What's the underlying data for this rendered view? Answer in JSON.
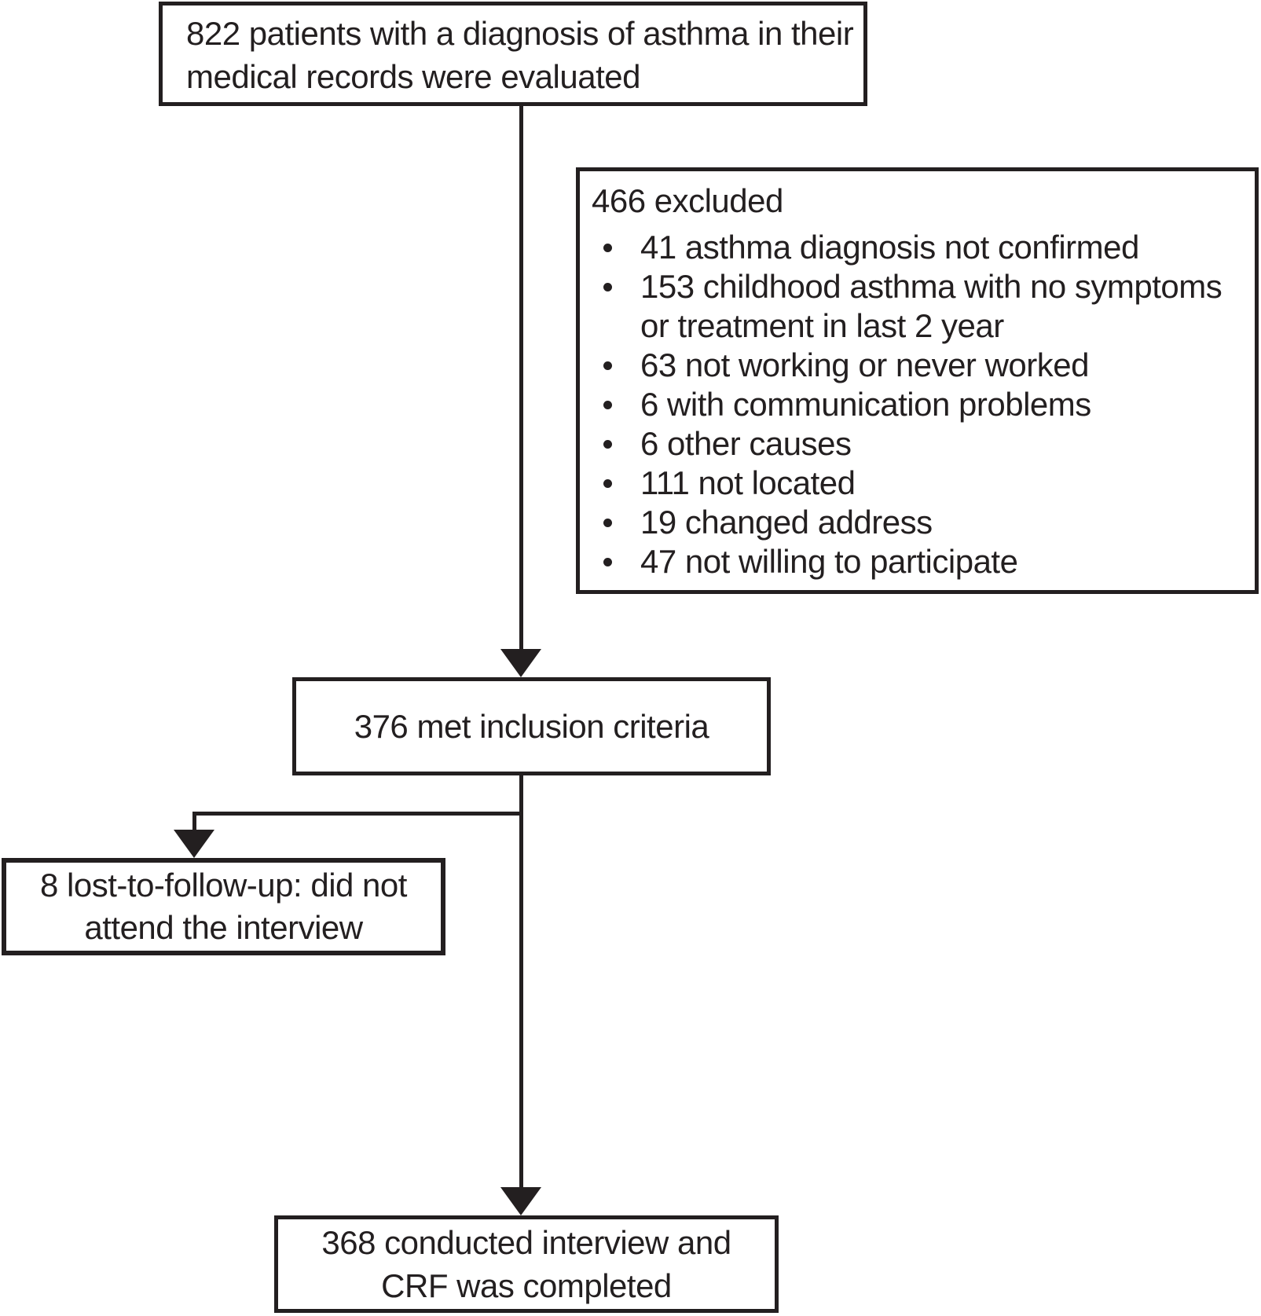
{
  "figure": {
    "type": "flowchart",
    "background_color": "#ffffff",
    "ink_color": "#231f20",
    "nodes": {
      "evaluated": {
        "text": "822 patients with a diagnosis of asthma in their\nmedical records were evaluated"
      },
      "excluded": {
        "heading": "466 excluded",
        "items": [
          "41 asthma diagnosis not confirmed",
          "153 childhood asthma with no symptoms\nor treatment in last 2 year",
          "63 not working or never worked",
          "6 with communication problems",
          "6 other causes",
          "111 not located",
          "19 changed address",
          "47 not willing to participate"
        ]
      },
      "inclusion": {
        "text": "376 met inclusion criteria"
      },
      "lost": {
        "text": "8 lost-to-follow-up: did not\nattend the interview"
      },
      "completed": {
        "text": "368 conducted interview and\nCRF was completed"
      }
    },
    "flow": [
      "evaluated -> inclusion",
      "inclusion -> lost",
      "inclusion -> completed"
    ]
  }
}
